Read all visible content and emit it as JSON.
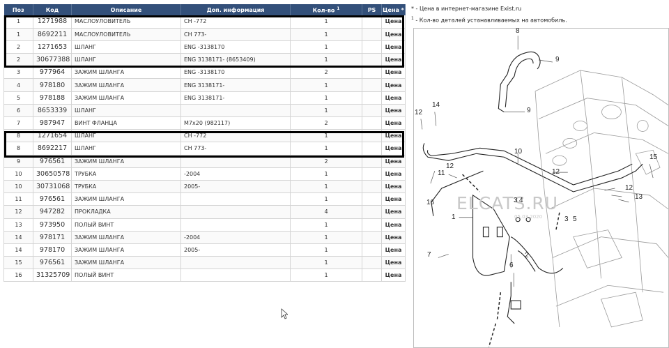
{
  "table": {
    "headers": {
      "pos": "Поз",
      "code": "Код",
      "desc": "Описание",
      "info": "Доп. информация",
      "qty": "Кол-во",
      "qty_sup": "1",
      "ps": "PS",
      "price": "Цена *"
    },
    "rows": [
      {
        "pos": "1",
        "code": "1271988",
        "desc": "МАСЛОУЛОВИТЕЛЬ",
        "info": "CH -772",
        "qty": "1",
        "price": "Цена"
      },
      {
        "pos": "1",
        "code": "8692211",
        "desc": "МАСЛОУЛОВИТЕЛЬ",
        "info": "CH 773-",
        "qty": "1",
        "price": "Цена"
      },
      {
        "pos": "2",
        "code": "1271653",
        "desc": "ШЛАНГ",
        "info": "ENG -3138170",
        "qty": "1",
        "price": "Цена"
      },
      {
        "pos": "2",
        "code": "30677388",
        "desc": "ШЛАНГ",
        "info": "ENG 3138171- (8653409)",
        "qty": "1",
        "price": "Цена"
      },
      {
        "pos": "3",
        "code": "977964",
        "desc": "ЗАЖИМ ШЛАНГА",
        "info": "ENG -3138170",
        "qty": "2",
        "price": "Цена"
      },
      {
        "pos": "4",
        "code": "978180",
        "desc": "ЗАЖИМ ШЛАНГА",
        "info": "ENG 3138171-",
        "qty": "1",
        "price": "Цена"
      },
      {
        "pos": "5",
        "code": "978188",
        "desc": "ЗАЖИМ ШЛАНГА",
        "info": "ENG 3138171-",
        "qty": "1",
        "price": "Цена"
      },
      {
        "pos": "6",
        "code": "8653339",
        "desc": "ШЛАНГ",
        "info": "",
        "qty": "1",
        "price": "Цена"
      },
      {
        "pos": "7",
        "code": "987947",
        "desc": "ВИНТ ФЛАНЦА",
        "info": "M7x20 (982117)",
        "qty": "2",
        "price": "Цена"
      },
      {
        "pos": "8",
        "code": "1271654",
        "desc": "ШЛАНГ",
        "info": "CH -772",
        "qty": "1",
        "price": "Цена"
      },
      {
        "pos": "8",
        "code": "8692217",
        "desc": "ШЛАНГ",
        "info": "CH 773-",
        "qty": "1",
        "price": "Цена"
      },
      {
        "pos": "9",
        "code": "976561",
        "desc": "ЗАЖИМ ШЛАНГА",
        "info": "",
        "qty": "2",
        "price": "Цена"
      },
      {
        "pos": "10",
        "code": "30650578",
        "desc": "ТРУБКА",
        "info": "-2004",
        "qty": "1",
        "price": "Цена"
      },
      {
        "pos": "10",
        "code": "30731068",
        "desc": "ТРУБКА",
        "info": "2005-",
        "qty": "1",
        "price": "Цена"
      },
      {
        "pos": "11",
        "code": "976561",
        "desc": "ЗАЖИМ ШЛАНГА",
        "info": "",
        "qty": "1",
        "price": "Цена"
      },
      {
        "pos": "12",
        "code": "947282",
        "desc": "ПРОКЛАДКА",
        "info": "",
        "qty": "4",
        "price": "Цена"
      },
      {
        "pos": "13",
        "code": "973950",
        "desc": "ПОЛЫЙ ВИНТ",
        "info": "",
        "qty": "1",
        "price": "Цена"
      },
      {
        "pos": "14",
        "code": "978171",
        "desc": "ЗАЖИМ ШЛАНГА",
        "info": "-2004",
        "qty": "1",
        "price": "Цена"
      },
      {
        "pos": "14",
        "code": "978170",
        "desc": "ЗАЖИМ ШЛАНГА",
        "info": "2005-",
        "qty": "1",
        "price": "Цена"
      },
      {
        "pos": "15",
        "code": "976561",
        "desc": "ЗАЖИМ ШЛАНГА",
        "info": "",
        "qty": "1",
        "price": "Цена"
      },
      {
        "pos": "16",
        "code": "31325709",
        "desc": "ПОЛЫЙ ВИНТ",
        "info": "",
        "qty": "1",
        "price": "Цена"
      }
    ]
  },
  "notes": {
    "price_note": "* - Цена в интернет-магазине Exist.ru",
    "qty_note_sup": "1",
    "qty_note": " - Кол-во деталей устанавливаемых на автомобиль."
  },
  "diagram": {
    "watermark": "ELCATS.RU",
    "watermark_date": "05.03.2020",
    "callouts": [
      "8",
      "9",
      "9",
      "12",
      "14",
      "10",
      "12",
      "11",
      "16",
      "12",
      "15",
      "12",
      "13",
      "3",
      "4",
      "3",
      "5",
      "1",
      "2",
      "7",
      "6"
    ]
  }
}
